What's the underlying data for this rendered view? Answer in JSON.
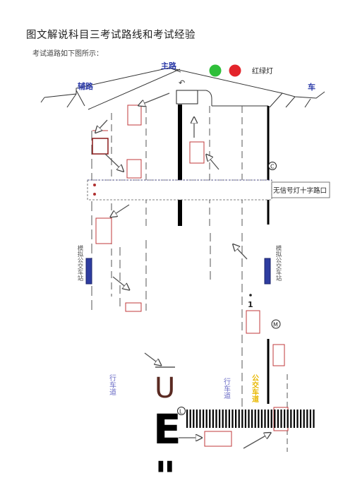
{
  "document": {
    "title": "图文解说科目三考试路线和考试经验",
    "subtitle": "考试道路如下图所示："
  },
  "diagram": {
    "labels": {
      "main_road": "主路",
      "aux_road": "辅路",
      "right_partial": "车",
      "traffic_light": "红绿灯",
      "intersection": "无信号灯十字路口",
      "bus_stop_left": "模拟公交车站",
      "bus_stop_right": "模拟公交车站",
      "lane_left": "行车道",
      "lane_right": "行车道",
      "bus_lane": "公交车道",
      "big_letters": [
        "U",
        "E",
        "\""
      ],
      "marker_1": "1",
      "marker_c_upper": "C",
      "marker_c_lower": "L",
      "marker_m": "M"
    },
    "colors": {
      "light_green": "#2fbf3a",
      "light_red": "#e3242b",
      "road_label_blue": "#2b3aa8",
      "bus_lane_yellow": "#e8b800",
      "lane_text_purple": "#6e6fc7",
      "box_red": "#c0393b",
      "letter_brown": "#5a2a22",
      "bus_stop_blue": "#2e3ca0"
    }
  }
}
